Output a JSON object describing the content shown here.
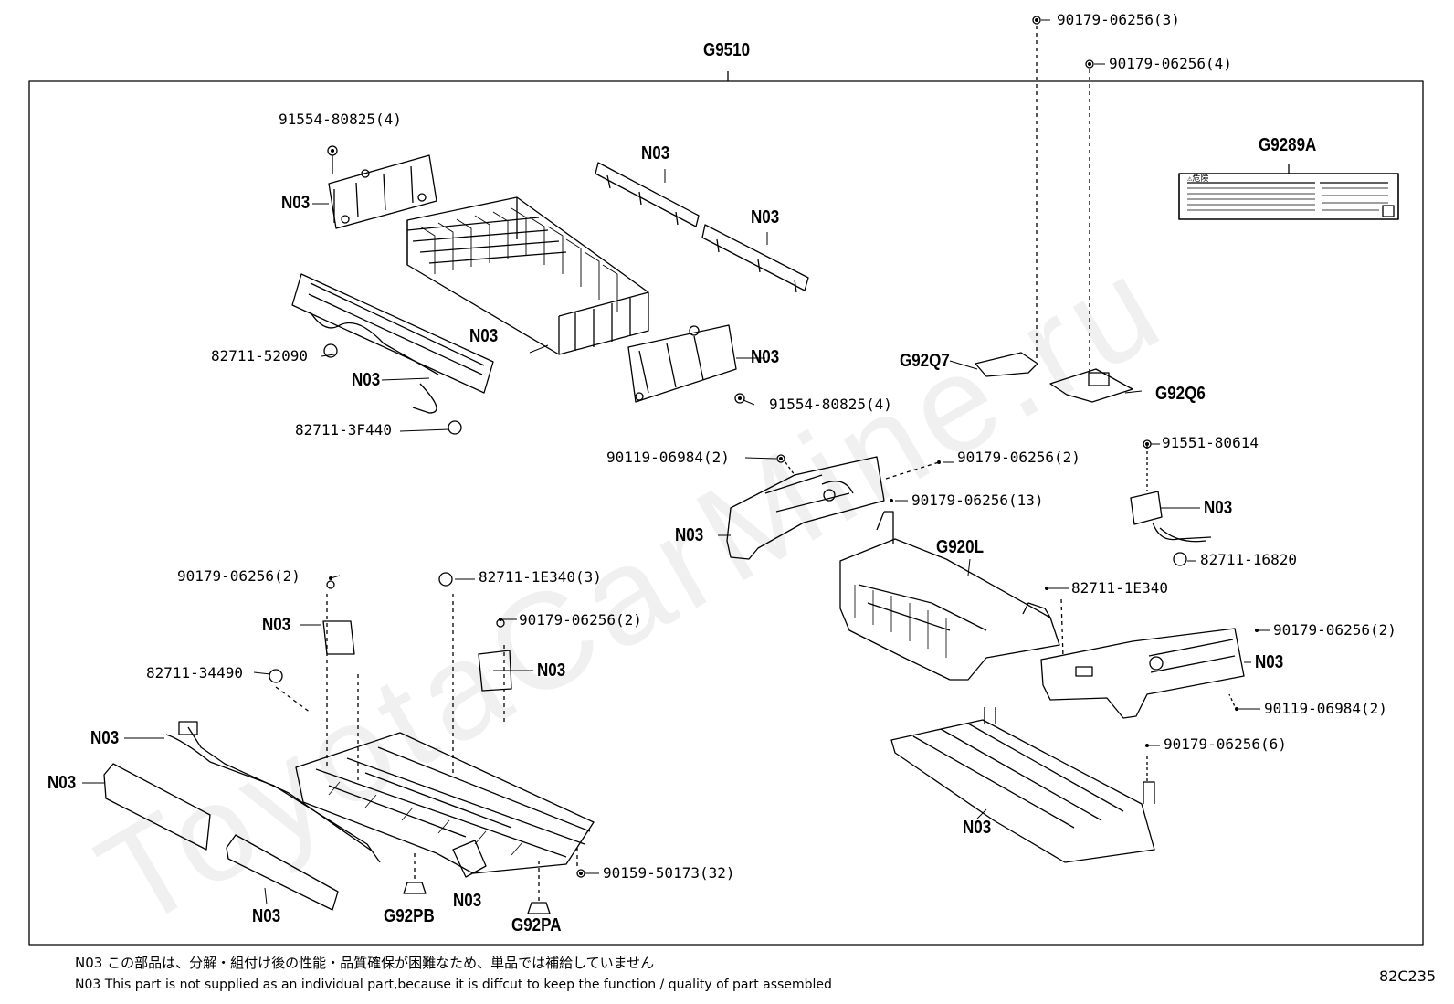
{
  "group_label": "G9510",
  "watermark": "ToyotaCarMine.ru",
  "figure_id": "82C235",
  "warning_label": {
    "code": "G9289A",
    "header": "⚠危険"
  },
  "labels": {
    "n03": "N03",
    "p_91554_4_top": "91554-80825(4)",
    "p_91554_4_mid": "91554-80825(4)",
    "p_82711_52090": "82711-52090",
    "p_82711_3F440": "82711-3F440",
    "p_90179_3": "90179-06256(3)",
    "p_90179_4": "90179-06256(4)",
    "g92q7": "G92Q7",
    "g92q6": "G92Q6",
    "p_91551": "91551-80614",
    "p_82711_16820": "82711-16820",
    "p_90119_2_top": "90119-06984(2)",
    "p_90179_2_a": "90179-06256(2)",
    "p_90179_13": "90179-06256(13)",
    "g920l": "G920L",
    "p_82711_1E340": "82711-1E340",
    "p_90179_2_b": "90179-06256(2)",
    "p_90119_2_bot": "90119-06984(2)",
    "p_90179_6": "90179-06256(6)",
    "p_90179_2_c": "90179-06256(2)",
    "p_82711_1E340_3": "82711-1E340(3)",
    "p_90179_2_d": "90179-06256(2)",
    "p_82711_34490": "82711-34490",
    "p_90159": "90159-50173(32)",
    "g92pb": "G92PB",
    "g92pa": "G92PA"
  },
  "notes": {
    "ja": "N03 この部品は、分解・組付け後の性能・品質確保が困難なため、単品では補給していません",
    "en": "N03 This part is not supplied as an  individual part,because it is diffcut to keep the function / quality of part assembled"
  }
}
